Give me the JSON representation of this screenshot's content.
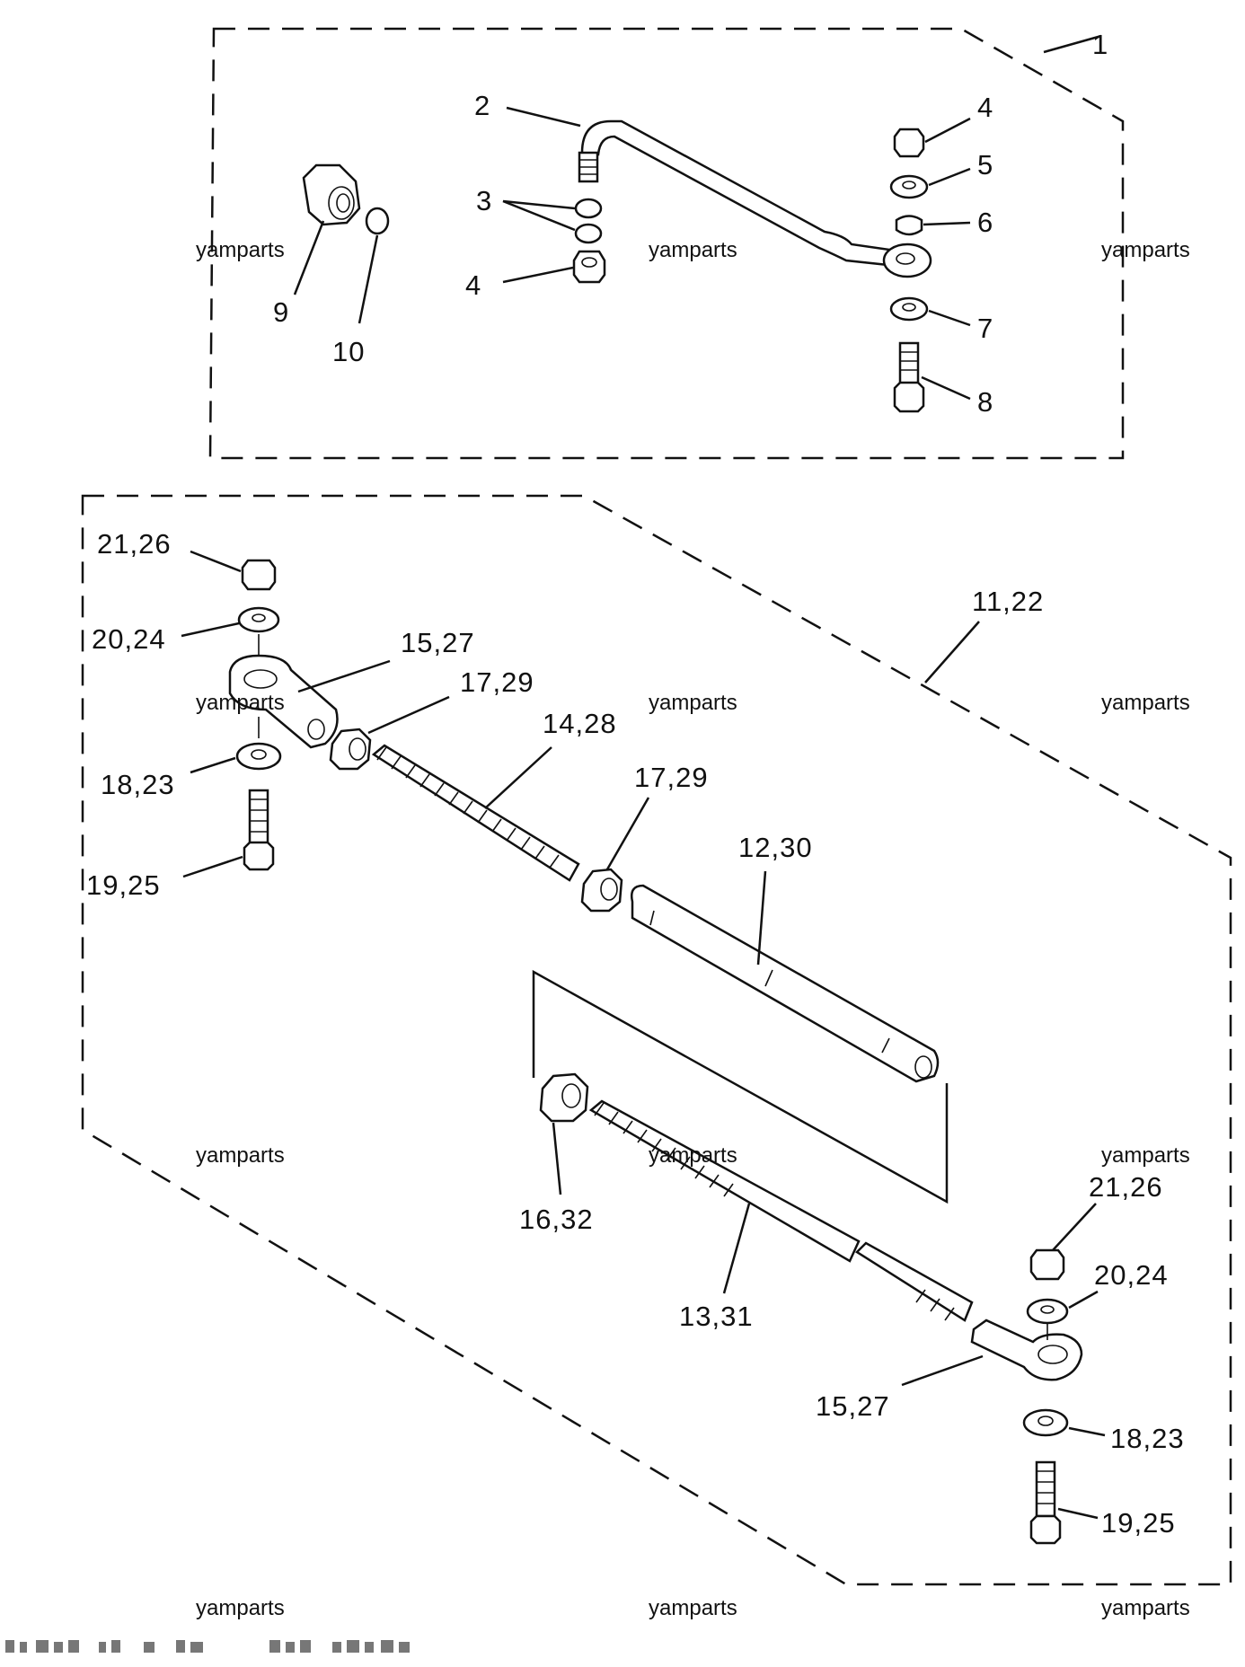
{
  "upper_assembly": {
    "callouts": [
      "1",
      "2",
      "3",
      "4",
      "4",
      "5",
      "6",
      "7",
      "8",
      "9",
      "10"
    ]
  },
  "lower_assembly": {
    "callouts": [
      "11,22",
      "21,26",
      "20,24",
      "15,27",
      "17,29",
      "18,23",
      "19,25",
      "14,28",
      "17,29",
      "12,30",
      "16,32",
      "13,31",
      "21,26",
      "20,24",
      "15,27",
      "18,23",
      "19,25"
    ]
  },
  "watermark": "yamparts"
}
